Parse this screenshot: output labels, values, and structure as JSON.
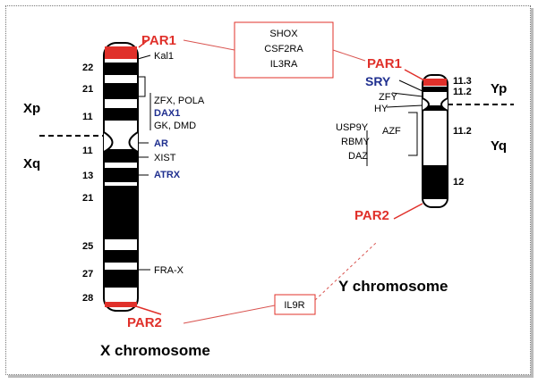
{
  "colors": {
    "par": "#e0302a",
    "blue_gene": "#1f2f8f",
    "band_black": "#000000",
    "connector": "#d9534f"
  },
  "x_chromosome": {
    "title": "X chromosome",
    "arm_p": "Xp",
    "arm_q": "Xq",
    "par1": "PAR1",
    "par2": "PAR2",
    "bands": [
      "22",
      "21",
      "11",
      "11",
      "13",
      "21",
      "25",
      "27",
      "28"
    ],
    "genes": {
      "kal1": "Kal1",
      "zfx": "ZFX, POLA",
      "dax1": "DAX1",
      "gk": "GK, DMD",
      "ar": "AR",
      "xist": "XIST",
      "atrx": "ATRX",
      "frax": "FRA-X"
    }
  },
  "y_chromosome": {
    "title": "Y chromosome",
    "arm_p": "Yp",
    "arm_q": "Yq",
    "par1": "PAR1",
    "par2": "PAR2",
    "bands": [
      "11.3",
      "11.2",
      "11.2",
      "12"
    ],
    "genes": {
      "sry": "SRY",
      "zfy": "ZFY",
      "hy": "HY",
      "usp9y": "USP9Y",
      "rbmy": "RBMY",
      "daz": "DAZ",
      "azf": "AZF"
    }
  },
  "par1_genes": [
    "SHOX",
    "CSF2RA",
    "IL3RA"
  ],
  "par2_genes": [
    "IL9R"
  ]
}
